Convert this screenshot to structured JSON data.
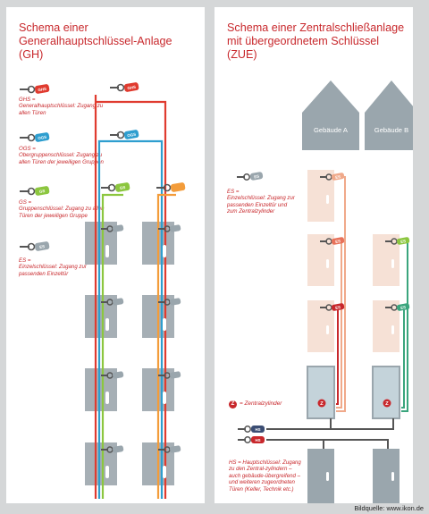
{
  "left": {
    "title": "Schema einer Generalhauptschlüssel-Anlage (GH)",
    "legend": {
      "ghs": {
        "abbr": "GHS =",
        "text": "Generalhauptschlüssel: Zugang zu allen Türen"
      },
      "ogs": {
        "abbr": "OGS =",
        "text": "Obergruppenschlüssel: Zugang zu allen Türen der jeweiligen Gruppen"
      },
      "gs": {
        "abbr": "GS =",
        "text": "Gruppenschlüssel: Zugang zu allen Türen der jeweiligen Gruppe"
      },
      "es": {
        "abbr": "ES =",
        "text": "Einzelschlüssel: Zugang zur passenden Einzeltür"
      }
    },
    "key_labels": {
      "ghs": "GHS",
      "ogs": "OGS",
      "gs": "GS",
      "es": "ES"
    }
  },
  "right": {
    "title": "Schema einer Zentralschließanlage mit übergeordnetem Schlüssel (ZUE)",
    "buildings": {
      "a": "Gebäude A",
      "b": "Gebäude B"
    },
    "legend_es": {
      "abbr": "ES =",
      "text": "Einzelschlüssel: Zugang zur passenden Einzeltür und zum Zentralzylinder"
    },
    "legend_z": {
      "symbol": "Z",
      "text": "= Zentralzylinder"
    },
    "legend_hs": {
      "abbr": "HS =",
      "text": "Hauptschlüssel: Zugang zu den Zentral-zylindern – auch gebäude-übergreifend – und weiteren zugeordneten Türen (Keller, Technik etc.)"
    },
    "key_labels": {
      "es": "ES",
      "hs": "HS"
    }
  },
  "credit": "Bildquelle: www.ikon.de",
  "colors": {
    "red": "#c8282c",
    "ghs": "#e03b2f",
    "ogs": "#2e9ecf",
    "gs": "#8cc63f",
    "orange": "#f39c3a",
    "salmon": "#f0a98a",
    "teal": "#3aa57d",
    "door": "#a6afb5",
    "door_light": "#c4d3da",
    "house": "#9aa6ad",
    "tint": "#f6e1d6"
  }
}
